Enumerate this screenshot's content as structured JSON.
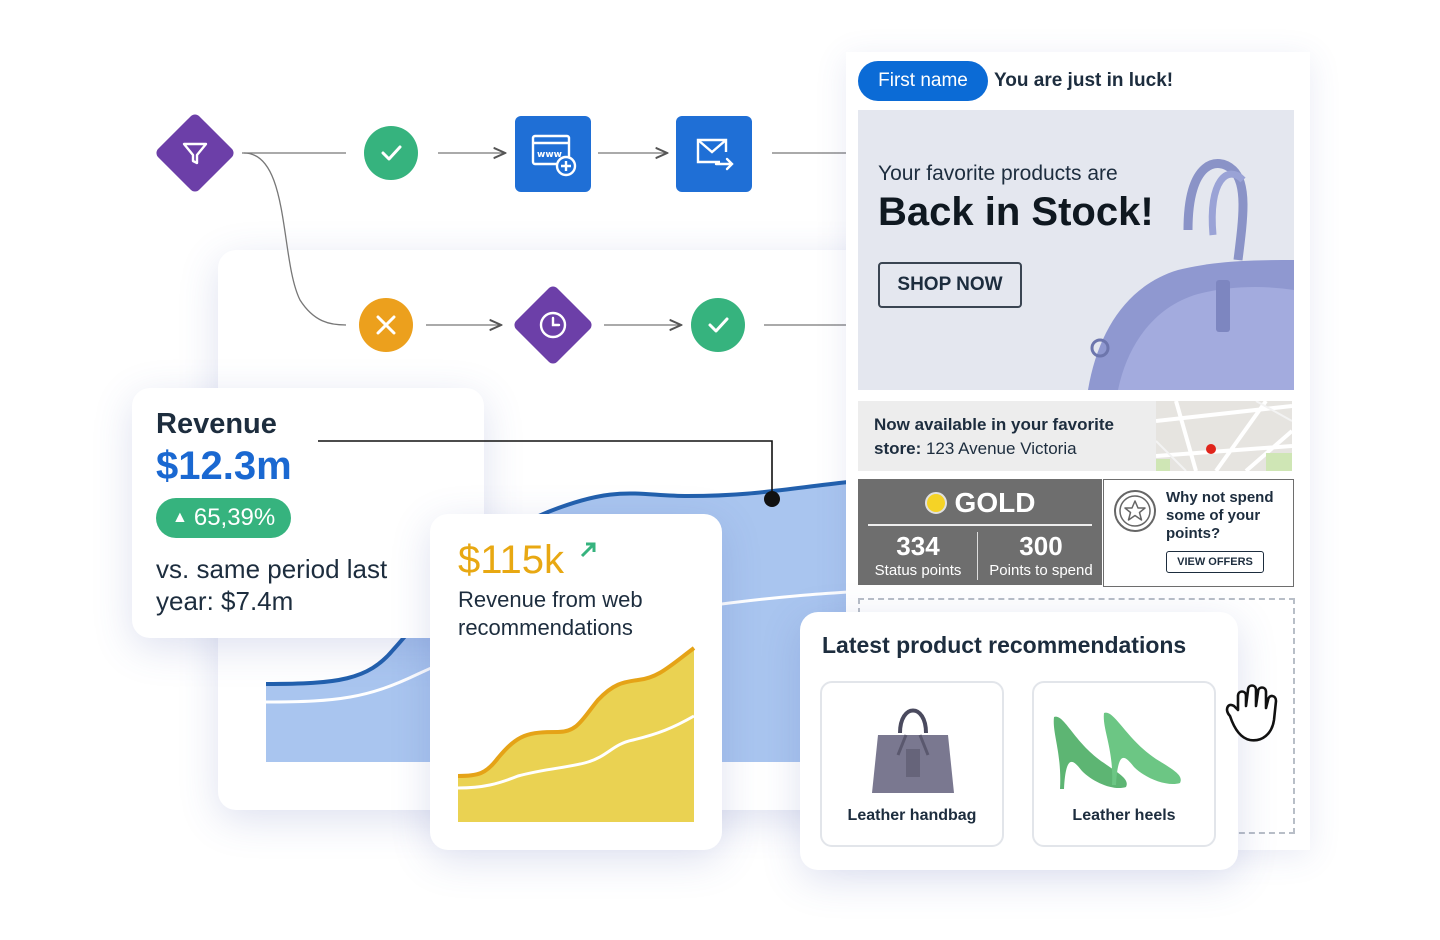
{
  "revenue_card": {
    "title": "Revenue",
    "value": "$12.3m",
    "change": "65,39%",
    "comparison": "vs. same period last year: $7.4m"
  },
  "web_recs_card": {
    "value": "$115k",
    "label": "Revenue from web recommendations",
    "accent_color": "#e8a812"
  },
  "email": {
    "personalization_pill": "First name",
    "greeting": "You are just in luck!",
    "hero_line1": "Your favorite products are",
    "hero_line2": "Back in Stock!",
    "cta": "SHOP NOW",
    "store_bold": "Now available in your favorite store:",
    "store_address": "123 Avenue Victoria",
    "loyalty": {
      "tier": "GOLD",
      "status_points": "334",
      "status_points_label": "Status points",
      "spend_points": "300",
      "spend_points_label": "Points to spend",
      "promo": "Why not spend some of your points?",
      "promo_cta": "VIEW OFFERS"
    }
  },
  "recommendations": {
    "title": "Latest product recommendations",
    "products": [
      {
        "label": "Leather handbag"
      },
      {
        "label": "Leather heels"
      }
    ]
  },
  "flow": {
    "icons": [
      "filter-icon",
      "check-icon",
      "web-icon",
      "email-icon",
      "close-icon",
      "clock-icon",
      "check-icon"
    ],
    "colors": {
      "success": "#36b37e",
      "fail": "#eca01d",
      "decision": "#6c3fa8",
      "action": "#1f6fd6"
    }
  }
}
